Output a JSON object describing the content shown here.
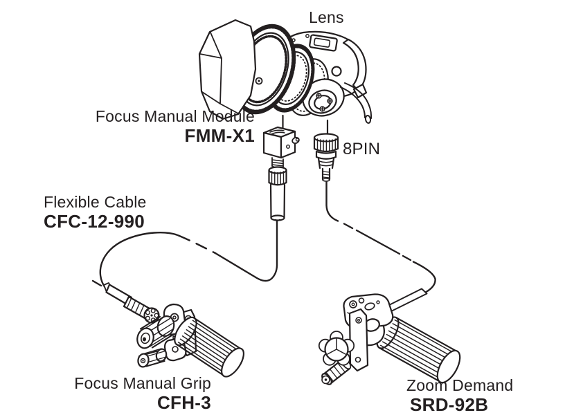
{
  "palette": {
    "background": "#ffffff",
    "ink": "#231f20"
  },
  "components": {
    "lens": {
      "label": "Lens"
    },
    "focus_manual_module": {
      "label": "Focus Manual Module",
      "model": "FMM-X1"
    },
    "connector_8pin": {
      "label": "8PIN"
    },
    "flexible_cable": {
      "label": "Flexible Cable",
      "model": "CFC-12-990"
    },
    "focus_manual_grip": {
      "label": "Focus Manual Grip",
      "model": "CFH-3"
    },
    "zoom_demand": {
      "label": "Zoom Demand",
      "model": "SRD-92B"
    }
  }
}
